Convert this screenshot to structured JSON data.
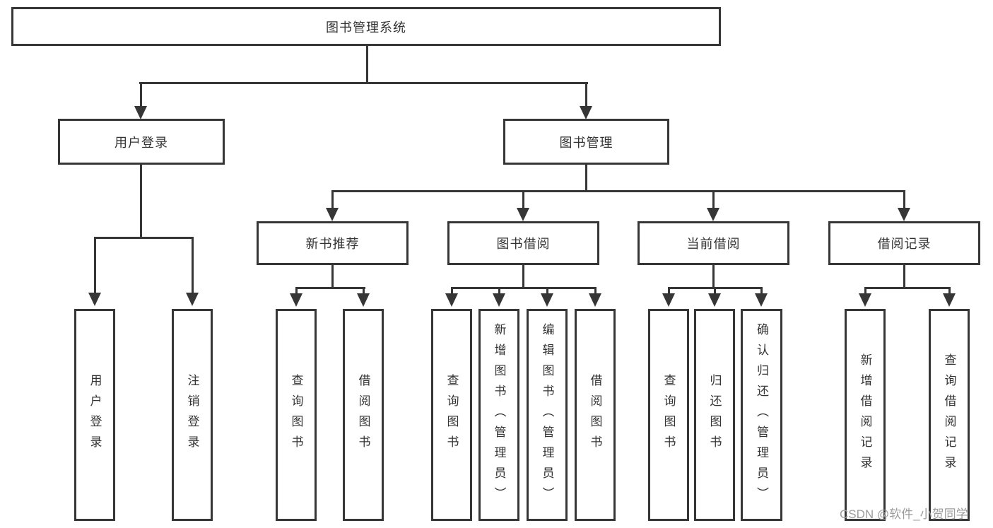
{
  "tree": {
    "root": {
      "label": "图书管理系统",
      "children": [
        {
          "label": "用户登录",
          "children": [
            {
              "label": "用户登录"
            },
            {
              "label": "注销登录"
            }
          ]
        },
        {
          "label": "图书管理",
          "children": [
            {
              "label": "新书推荐",
              "children": [
                {
                  "label": "查询图书"
                },
                {
                  "label": "借阅图书"
                }
              ]
            },
            {
              "label": "图书借阅",
              "children": [
                {
                  "label": "查询图书"
                },
                {
                  "label": "新增图书（管理员）"
                },
                {
                  "label": "编辑图书（管理员）"
                },
                {
                  "label": "借阅图书"
                }
              ]
            },
            {
              "label": "当前借阅",
              "children": [
                {
                  "label": "查询图书"
                },
                {
                  "label": "归还图书"
                },
                {
                  "label": "确认归还（管理员）"
                }
              ]
            },
            {
              "label": "借阅记录",
              "children": [
                {
                  "label": "新增借阅记录"
                },
                {
                  "label": "查询借阅记录"
                }
              ]
            }
          ]
        }
      ]
    }
  },
  "watermark": {
    "text": "CSDN @软件_小贺同学"
  },
  "colors": {
    "line": "#363636",
    "box_border": "#363636",
    "box_background": "#ffffff",
    "text": "#333333",
    "watermark": "#9c9c9c",
    "page_background": "#ffffff"
  }
}
